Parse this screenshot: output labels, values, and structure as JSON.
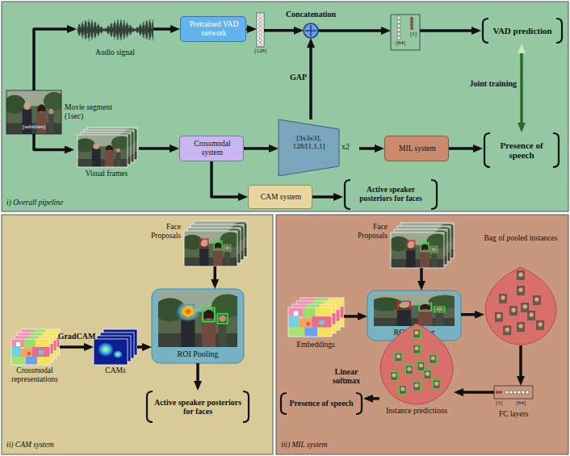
{
  "diagram": {
    "nodes": [
      {
        "text": [
          "i) Overall pipeline"
        ]
      },
      {
        "text": [
          "[subtitles]",
          "Movie segment (1sec)"
        ],
        "in": 0
      },
      {
        "text": [
          "Audio signal"
        ],
        "in": 0
      },
      {
        "text": [
          "Visual frames"
        ],
        "in": 0
      },
      {
        "text": [
          "Pretrained VAD network"
        ],
        "in": 0
      },
      {
        "text": [
          "[128]"
        ],
        "in": 0
      },
      {
        "text": [
          "Concatenation"
        ],
        "in": 0
      },
      {
        "text": [
          "[64]",
          "[1]"
        ],
        "in": 0
      },
      {
        "text": [
          "VAD prediction"
        ],
        "in": 0
      },
      {
        "text": [
          "Crossmodal system"
        ],
        "in": 0
      },
      {
        "text": [
          "[3x3x3], 128/[1,1,1]",
          "x2"
        ],
        "in": 0
      },
      {
        "text": [
          "MIL system"
        ],
        "in": 0
      },
      {
        "text": [
          "Presence of speech"
        ],
        "in": 0
      },
      {
        "text": [
          "CAM system"
        ],
        "in": 0
      },
      {
        "text": [
          "Active speaker posteriors for faces"
        ],
        "in": 0
      },
      {
        "text": [
          "ii) CAM system"
        ]
      },
      {
        "text": [
          "Face Proposals"
        ],
        "in": 15
      },
      {
        "text": [
          "Crossmodal representations"
        ],
        "in": 15
      },
      {
        "text": [
          "CAMs"
        ],
        "in": 15
      },
      {
        "text": [
          "ROI Pooling"
        ],
        "in": 15
      },
      {
        "text": [
          "Active speaker posteriors for faces"
        ],
        "in": 15
      },
      {
        "text": [
          "iii) MIL system"
        ]
      },
      {
        "text": [
          "Face Proposals"
        ],
        "in": 21
      },
      {
        "text": [
          "Embeddings"
        ],
        "in": 21
      },
      {
        "text": [
          "ROI Pooling"
        ],
        "in": 21
      },
      {
        "text": [
          "Bag of pooled instances"
        ],
        "in": 21
      },
      {
        "text": [
          "[1]",
          "[64]",
          "FC layers"
        ],
        "in": 21
      },
      {
        "text": [
          "Instance predictions"
        ],
        "in": 21
      },
      {
        "text": [
          "Presence of speech"
        ],
        "in": 21
      }
    ],
    "edges": [
      {
        "from": 1,
        "to": 2,
        "arrow": "to"
      },
      {
        "from": 1,
        "to": 3,
        "arrow": "to"
      },
      {
        "from": 2,
        "to": 4,
        "arrow": "to"
      },
      {
        "from": 4,
        "to": 5,
        "arrow": "to"
      },
      {
        "from": 5,
        "to": 6,
        "arrow": "to"
      },
      {
        "from": 10,
        "to": 6,
        "arrow": "to",
        "label": "GAP"
      },
      {
        "from": 6,
        "to": 7,
        "arrow": "to"
      },
      {
        "from": 7,
        "to": 8,
        "arrow": "to"
      },
      {
        "from": 3,
        "to": 9,
        "arrow": "to"
      },
      {
        "from": 9,
        "to": 10,
        "arrow": "to"
      },
      {
        "from": 10,
        "to": 11,
        "arrow": "to"
      },
      {
        "from": 11,
        "to": 12,
        "arrow": "to"
      },
      {
        "from": 9,
        "to": 13,
        "arrow": "to"
      },
      {
        "from": 13,
        "to": 14,
        "arrow": "to"
      },
      {
        "from": 12,
        "to": 8,
        "arrow": "both",
        "label": "Joint training"
      },
      {
        "from": 17,
        "to": 18,
        "arrow": "to",
        "label": "GradCAM"
      },
      {
        "from": 18,
        "to": 19,
        "arrow": "to"
      },
      {
        "from": 16,
        "to": 19,
        "arrow": "to"
      },
      {
        "from": 19,
        "to": 20,
        "arrow": "to"
      },
      {
        "from": 22,
        "to": 24,
        "arrow": "to"
      },
      {
        "from": 23,
        "to": 24,
        "arrow": "to"
      },
      {
        "from": 24,
        "to": 25,
        "arrow": "to"
      },
      {
        "from": 25,
        "to": 26,
        "arrow": "to"
      },
      {
        "from": 26,
        "to": 27,
        "arrow": "to"
      },
      {
        "from": 27,
        "to": 28,
        "arrow": "to",
        "label": "Linear softmax"
      }
    ]
  }
}
